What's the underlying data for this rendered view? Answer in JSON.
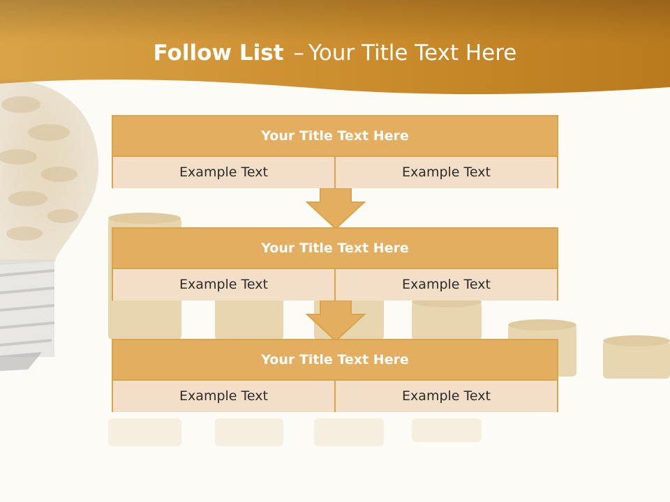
{
  "title": {
    "bold": "Follow List",
    "separator": "–",
    "rest": "Your Title Text Here"
  },
  "blocks": [
    {
      "heading": "Your Title Text Here",
      "cells": [
        "Example Text",
        "Example Text"
      ]
    },
    {
      "heading": "Your Title Text Here",
      "cells": [
        "Example Text",
        "Example Text"
      ]
    },
    {
      "heading": "Your Title Text Here",
      "cells": [
        "Example Text",
        "Example Text"
      ]
    }
  ],
  "colors": {
    "header_band": "#c98a2a",
    "block_heading": "#e3ae60",
    "block_cell": "#f3dfc7",
    "border": "#d9a44a"
  },
  "icons": [
    "lightbulb-with-coins",
    "coin-stacks",
    "down-arrow"
  ]
}
